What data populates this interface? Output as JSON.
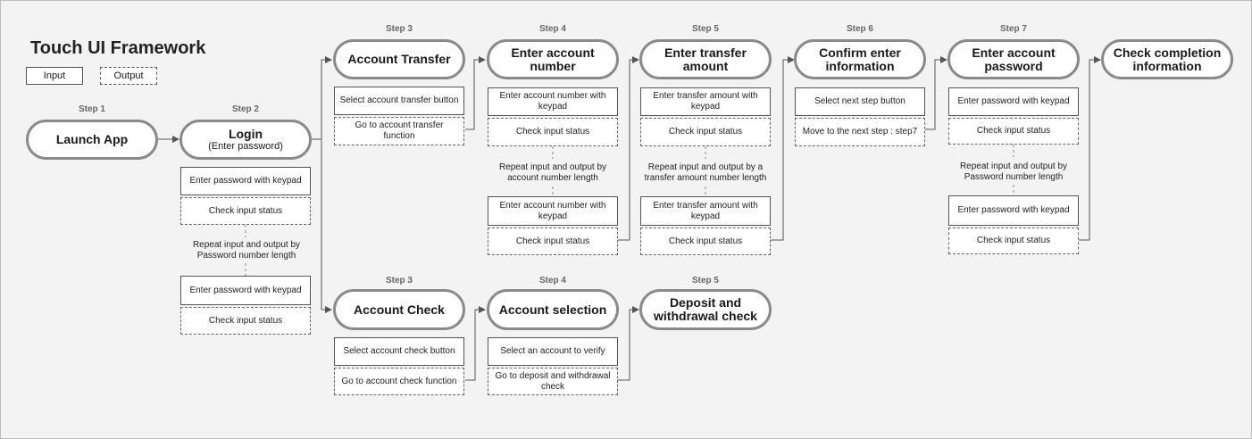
{
  "title": "Touch UI Framework",
  "legend": {
    "input": "Input",
    "output": "Output"
  },
  "launch": {
    "step": "Step 1",
    "name": "Launch App"
  },
  "login": {
    "step": "Step 2",
    "name": "Login",
    "sub": "(Enter password)",
    "input1": "Enter password with keypad",
    "output1": "Check input status",
    "repeat": "Repeat input and output by Password number length",
    "input2": "Enter password with keypad",
    "output2": "Check input status"
  },
  "transfer": {
    "step3": {
      "step": "Step 3",
      "name": "Account Transfer",
      "input": "Select account transfer button",
      "output": "Go to account transfer function"
    },
    "step4": {
      "step": "Step 4",
      "name": "Enter account number",
      "input1": "Enter account number with keypad",
      "output1": "Check input status",
      "repeat": "Repeat input and output by account number length",
      "input2": "Enter account number with keypad",
      "output2": "Check input status"
    },
    "step5": {
      "step": "Step 5",
      "name": "Enter transfer amount",
      "input1": "Enter transfer amount with keypad",
      "output1": "Check input status",
      "repeat": "Repeat input and output  by a transfer amount number length",
      "input2": "Enter transfer amount with keypad",
      "output2": "Check input status"
    },
    "step6": {
      "step": "Step 6",
      "name": "Confirm enter information",
      "input": "Select next step button",
      "output": "Move to the next step : step7"
    },
    "step7": {
      "step": "Step 7",
      "name": "Enter account password",
      "input1": "Enter password with keypad",
      "output1": "Check input status",
      "repeat": "Repeat input and output by Password number length",
      "input2": "Enter password with keypad",
      "output2": "Check input status"
    },
    "final": {
      "name": "Check completion information"
    }
  },
  "check": {
    "step3": {
      "step": "Step 3",
      "name": "Account Check",
      "input": "Select account check button",
      "output": "Go to account check function"
    },
    "step4": {
      "step": "Step 4",
      "name": "Account selection",
      "input": "Select an account to verify",
      "output": "Go to deposit and withdrawal check"
    },
    "step5": {
      "step": "Step 5",
      "name": "Deposit and withdrawal check"
    }
  },
  "colors": {
    "node_border": "#8a8a8a",
    "background": "#f3f3f3",
    "line": "#555555"
  }
}
